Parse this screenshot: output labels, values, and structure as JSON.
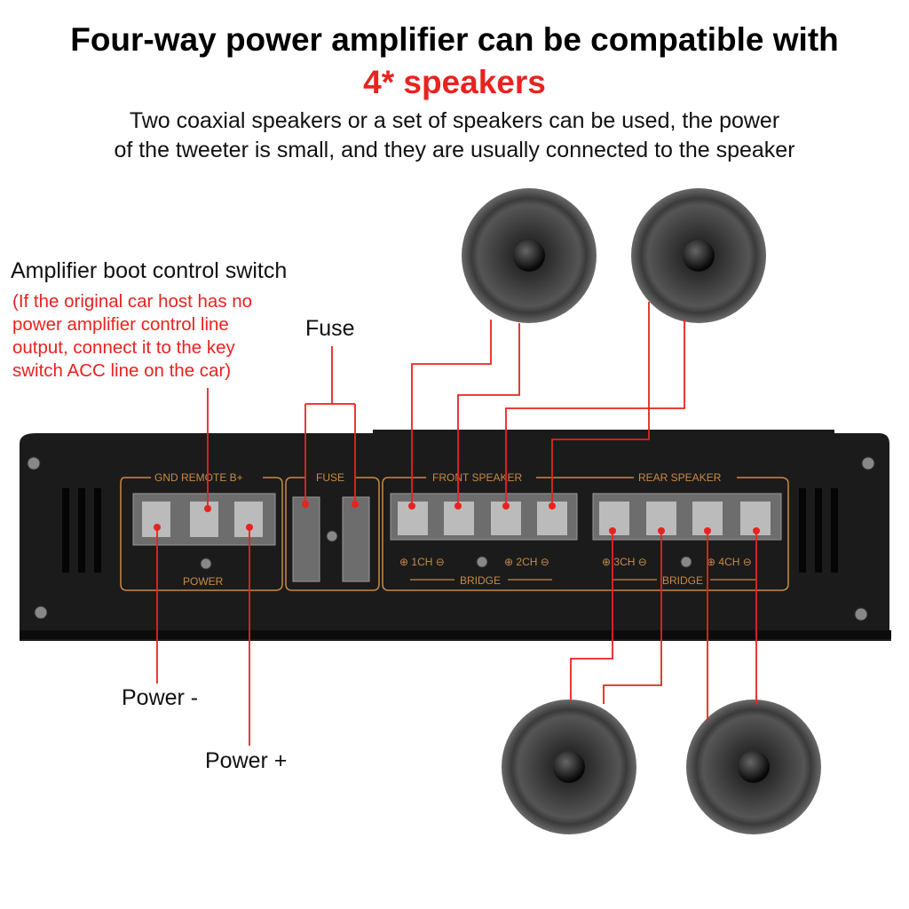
{
  "header": {
    "title_line1": "Four-way power amplifier can be compatible with",
    "title_line2": "4* speakers",
    "subtitle_line1": "Two coaxial speakers or a set of speakers can be used, the power",
    "subtitle_line2": "of the tweeter is small, and they are usually connected to the speaker"
  },
  "annotations": {
    "boot_switch": "Amplifier boot control switch",
    "boot_note": [
      "(If the original car host has no",
      "power amplifier control line",
      "output, connect it to the key",
      "switch ACC line on the car)"
    ],
    "fuse": "Fuse",
    "power_minus": "Power -",
    "power_plus": "Power +"
  },
  "amplifier": {
    "power_header": "GND  REMOTE  B+",
    "power_label": "POWER",
    "fuse_header": "FUSE",
    "front_header": "FRONT SPEAKER",
    "rear_header": "REAR SPEAKER",
    "ch1": "⊕ 1CH ⊖",
    "ch2": "⊕ 2CH ⊖",
    "ch3": "⊕ 3CH ⊖",
    "ch4": "⊕ 4CH ⊖",
    "bridge": "BRIDGE"
  },
  "colors": {
    "accent": "#e8231f",
    "panel": "#c98a46",
    "body": "#1a1a1a"
  }
}
